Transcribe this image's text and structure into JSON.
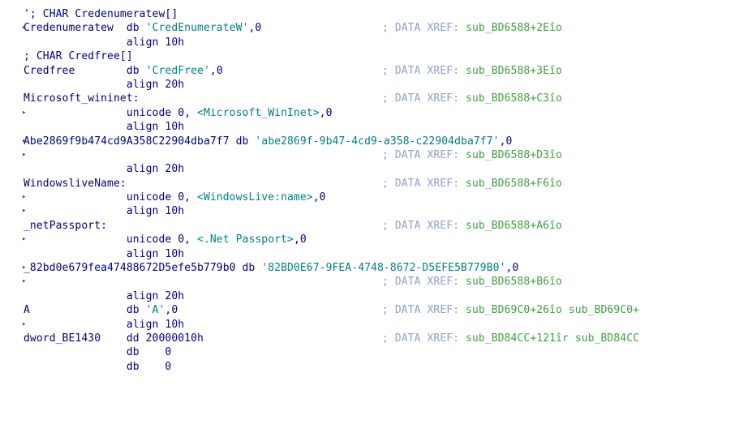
{
  "colors": {
    "label": "#00007f",
    "instruction": "#00007f",
    "string": "#008080",
    "comment": "#8da0c8",
    "xref": "#40a040",
    "background": "#ffffff"
  },
  "lines": [
    {
      "marker": "",
      "text": "'; CHAR Credenumeratew[]",
      "comment": ""
    },
    {
      "marker": "▸",
      "text": "Credenumeratew  db 'CredEnumerateW',0",
      "comment": "; DATA XREF: sub_BD6588+2Eîo"
    },
    {
      "marker": "",
      "text": "                align 10h",
      "comment": ""
    },
    {
      "marker": "",
      "text": "; CHAR Credfree[]",
      "comment": ""
    },
    {
      "marker": "",
      "text": "Credfree        db 'CredFree',0",
      "comment": "; DATA XREF: sub_BD6588+3Eîo"
    },
    {
      "marker": "",
      "text": "                align 20h",
      "comment": ""
    },
    {
      "marker": "",
      "text": "Microsoft_wininet:",
      "comment": "; DATA XREF: sub_BD6588+C3îo"
    },
    {
      "marker": "▸",
      "text": "                unicode 0, <Microsoft_WinInet>,0",
      "comment": ""
    },
    {
      "marker": "",
      "text": "                align 10h",
      "comment": ""
    },
    {
      "marker": "▸",
      "text": "Abe2869f9b474cd9A358C22904dba7f7 db 'abe2869f-9b47-4cd9-a358-c22904dba7f7',0",
      "comment": ""
    },
    {
      "marker": "▸",
      "text": "",
      "comment": "; DATA XREF: sub_BD6588+D3îo"
    },
    {
      "marker": "",
      "text": "                align 20h",
      "comment": ""
    },
    {
      "marker": "",
      "text": "WindowsliveName:",
      "comment": "; DATA XREF: sub_BD6588+F6îo"
    },
    {
      "marker": "▸",
      "text": "                unicode 0, <WindowsLive:name>,0",
      "comment": ""
    },
    {
      "marker": "▸",
      "text": "                align 10h",
      "comment": ""
    },
    {
      "marker": "",
      "text": "_netPassport:",
      "comment": "; DATA XREF: sub_BD6588+A6îo"
    },
    {
      "marker": "▸",
      "text": "                unicode 0, <.Net Passport>,0",
      "comment": ""
    },
    {
      "marker": "",
      "text": "                align 10h",
      "comment": ""
    },
    {
      "marker": "▸",
      "text": "_82bd0e679fea47488672D5efe5b779b0 db '82BD0E67-9FEA-4748-8672-D5EFE5B779B0',0",
      "comment": ""
    },
    {
      "marker": "▸",
      "text": "",
      "comment": "; DATA XREF: sub_BD6588+B6îo"
    },
    {
      "marker": "",
      "text": "                align 20h",
      "comment": ""
    },
    {
      "marker": "",
      "text": "A               db 'A',0",
      "comment": "; DATA XREF: sub_BD69C0+26îo sub_BD69C0+"
    },
    {
      "marker": "▸",
      "text": "                align 10h",
      "comment": ""
    },
    {
      "marker": "",
      "text": "dword_BE1430    dd 20000010h",
      "comment": "; DATA XREF: sub_BD84CC+121îr sub_BD84CC"
    },
    {
      "marker": "",
      "text": "                db    0",
      "comment": ""
    },
    {
      "marker": "",
      "text": "                db    0",
      "comment": ""
    }
  ]
}
